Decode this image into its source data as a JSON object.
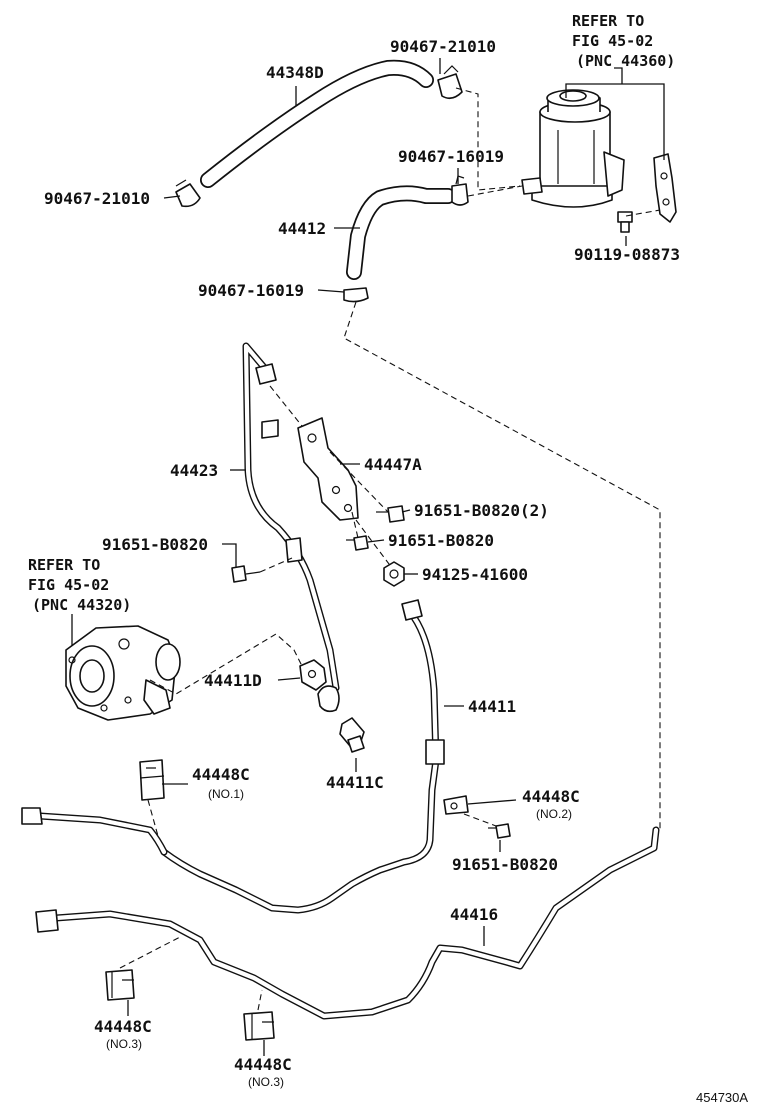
{
  "diagram_id": "454730A",
  "refers": [
    {
      "line1": "REFER TO",
      "line2": "FIG 45-02",
      "line3": "(PNC 44360)"
    },
    {
      "line1": "REFER TO",
      "line2": "FIG 45-02",
      "line3": "(PNC 44320)"
    }
  ],
  "labels": {
    "hose_44348D": "44348D",
    "clip_90467_21010_top": "90467-21010",
    "clip_90467_21010_left": "90467-21010",
    "clip_90467_16019_upper": "90467-16019",
    "hose_44412": "44412",
    "clip_90467_16019_lower": "90467-16019",
    "bolt_90119_08873": "90119-08873",
    "tube_44423": "44423",
    "bracket_44447A": "44447A",
    "bolt_91651_B0820_2": "91651-B0820(2)",
    "bolt_91651_B0820_mid": "91651-B0820",
    "nut_94125_41600": "94125-41600",
    "bolt_91651_B0820_left": "91651-B0820",
    "clamp_44411D": "44411D",
    "hose_44411": "44411",
    "union_44411C": "44411C",
    "clamp_44448C_no1": "44448C",
    "clamp_44448C_no1_sub": "(NO.1)",
    "clamp_44448C_no2": "44448C",
    "clamp_44448C_no2_sub": "(NO.2)",
    "bolt_91651_B0820_bottom": "91651-B0820",
    "tube_44416": "44416",
    "clamp_44448C_no3a": "44448C",
    "clamp_44448C_no3a_sub": "(NO.3)",
    "clamp_44448C_no3b": "44448C",
    "clamp_44448C_no3b_sub": "(NO.3)"
  }
}
